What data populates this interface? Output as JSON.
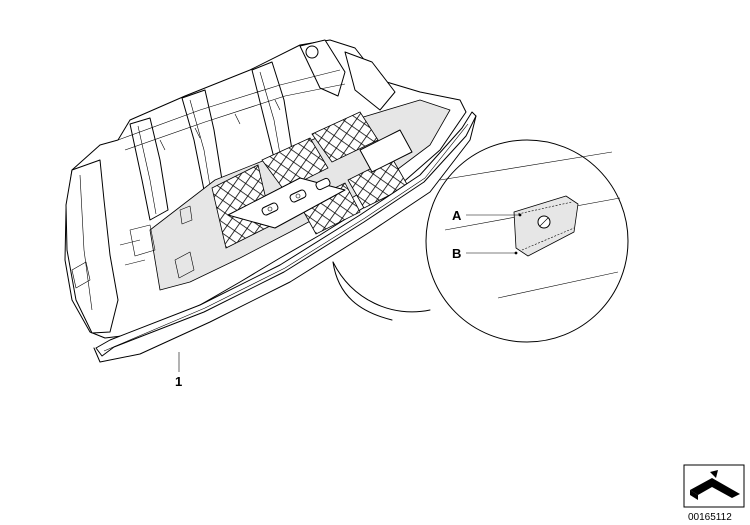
{
  "labels": {
    "part_1": "1",
    "detail_a": "A",
    "detail_b": "B"
  },
  "diagram_number": "00165112",
  "icons": {
    "orientation": "direction-arrow-icon"
  }
}
